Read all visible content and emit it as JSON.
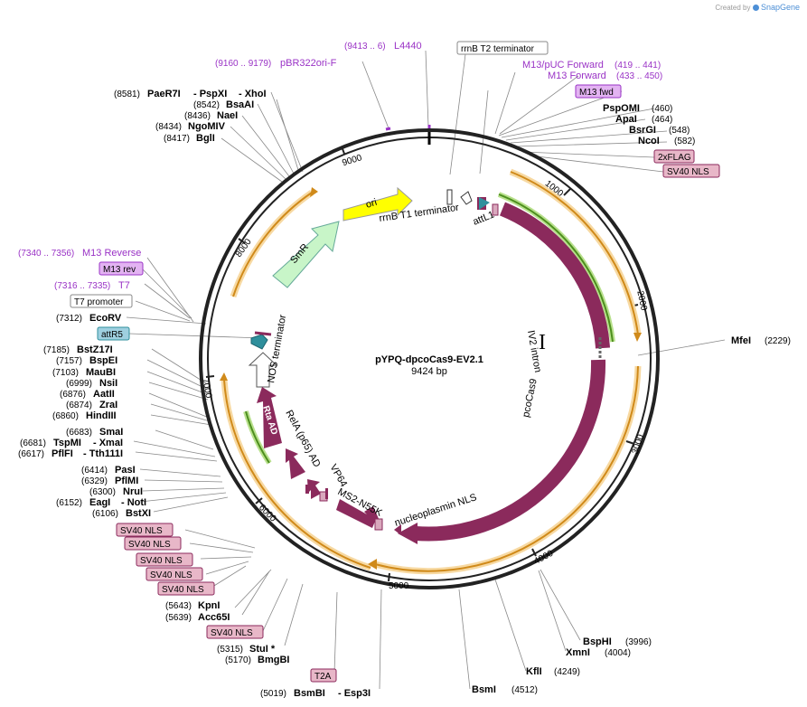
{
  "header": {
    "created_by": "Created by",
    "brand": "SnapGene"
  },
  "plasmid": {
    "name": "pYPQ-dpcoCas9-EV2.1",
    "length_label": "9424 bp",
    "length": 9424
  },
  "ticks": [
    "1000",
    "2000",
    "3000",
    "4000",
    "5000",
    "6000",
    "7000",
    "8000",
    "9000"
  ],
  "features": {
    "ori": "ori",
    "smr": "SmR",
    "rrnb_t1": "rrnB T1 terminator",
    "attl1": "attL1",
    "iv2": "IV2 intron",
    "pcocas9": "pcoCas9",
    "np_nls": "nucleoplasmin NLS",
    "ms2": "MS2-N55K",
    "vp64": "VP64",
    "rela": "RelA (p65) AD",
    "rta": "Rta AD",
    "nos": "NOS terminator"
  },
  "sites_right": [
    {
      "name": "PspOMI",
      "pos": "(460)"
    },
    {
      "name": "ApaI",
      "pos": "(464)"
    },
    {
      "name": "BsrGI",
      "pos": "(548)"
    },
    {
      "name": "NcoI",
      "pos": "(582)"
    },
    {
      "name": "MfeI",
      "pos": "(2229)"
    }
  ],
  "sites_bottom": [
    {
      "name": "BspHI",
      "pos": "(3996)"
    },
    {
      "name": "XmnI",
      "pos": "(4004)"
    },
    {
      "name": "KflI",
      "pos": "(4249)"
    },
    {
      "name": "BsmI",
      "pos": "(4512)"
    },
    {
      "name": "BsmBI",
      "pos": "(5019)"
    },
    {
      "name": "- Esp3I",
      "pos": ""
    },
    {
      "name": "StuI *",
      "pos": "(5315)"
    },
    {
      "name": "BmgBI",
      "pos": "(5170)"
    },
    {
      "name": "KpnI",
      "pos": "(5643)"
    },
    {
      "name": "Acc65I",
      "pos": "(5639)"
    }
  ],
  "sites_left": [
    {
      "name": "PaeR7I",
      "pos": "(8581)"
    },
    {
      "name": "- PspXI",
      "pos": ""
    },
    {
      "name": "- XhoI",
      "pos": ""
    },
    {
      "name": "BsaAI",
      "pos": "(8542)"
    },
    {
      "name": "NaeI",
      "pos": "(8436)"
    },
    {
      "name": "NgoMIV",
      "pos": "(8434)"
    },
    {
      "name": "BglI",
      "pos": "(8417)"
    },
    {
      "name": "EcoRV",
      "pos": "(7312)"
    },
    {
      "name": "BstZ17I",
      "pos": "(7185)"
    },
    {
      "name": "BspEI",
      "pos": "(7157)"
    },
    {
      "name": "MauBI",
      "pos": "(7103)"
    },
    {
      "name": "NsiI",
      "pos": "(6999)"
    },
    {
      "name": "AatII",
      "pos": "(6876)"
    },
    {
      "name": "ZraI",
      "pos": "(6874)"
    },
    {
      "name": "HindIII",
      "pos": "(6860)"
    },
    {
      "name": "SmaI",
      "pos": "(6683)"
    },
    {
      "name": "TspMI",
      "pos": "(6681)"
    },
    {
      "name": "- XmaI",
      "pos": ""
    },
    {
      "name": "PflFI",
      "pos": "(6617)"
    },
    {
      "name": "- Tth111I",
      "pos": ""
    },
    {
      "name": "PasI",
      "pos": "(6414)"
    },
    {
      "name": "PflMI",
      "pos": "(6329)"
    },
    {
      "name": "NruI",
      "pos": "(6300)"
    },
    {
      "name": "EagI",
      "pos": "(6152)"
    },
    {
      "name": "- NotI",
      "pos": ""
    },
    {
      "name": "BstXI",
      "pos": "(6106)"
    }
  ],
  "primers": {
    "l4440": {
      "range": "(9413 .. 6)",
      "name": "L4440"
    },
    "pbr": {
      "range": "(9160 .. 9179)",
      "name": "pBR322ori-F"
    },
    "m13puc": {
      "range": "(419 .. 441)",
      "name": "M13/pUC Forward"
    },
    "m13fwd": {
      "range": "(433 .. 450)",
      "name": "M13 Forward"
    },
    "m13rev": {
      "range": "(7340 .. 7356)",
      "name": "M13 Reverse"
    },
    "t7": {
      "range": "(7316 .. 7335)",
      "name": "T7"
    }
  },
  "boxes": {
    "rrnb_t2": "rrnB T2 terminator",
    "m13_fwd": "M13 fwd",
    "flag": "2xFLAG",
    "sv40_right": "SV40 NLS",
    "m13_rev": "M13 rev",
    "t7_promoter": "T7 promoter",
    "attr5": "attR5",
    "sv40_list": [
      "SV40 NLS",
      "SV40 NLS",
      "SV40 NLS",
      "SV40 NLS",
      "SV40 NLS"
    ],
    "sv40_lower": "SV40 NLS",
    "t2a": "T2A"
  },
  "colors": {
    "cds": "#8b2a5c",
    "ori": "#ffff00",
    "smr": "#c8f5c8",
    "primer": "#9a33c6",
    "orange": "#f0a830",
    "green": "#7ac143",
    "attl": "#2f8f9c",
    "nls_box": "#e8b7c8",
    "m13_box": "#e3b3f2",
    "attr_box": "#9fd0e0"
  }
}
